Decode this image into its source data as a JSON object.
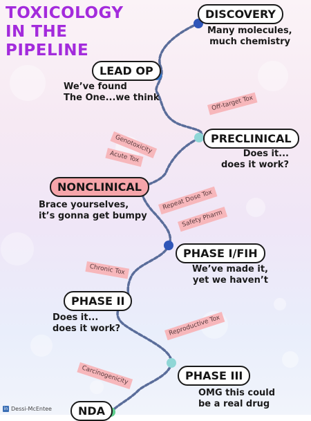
{
  "title": {
    "line1": "TOXICOLOGY",
    "line2": "IN THE",
    "line3": "PIPELINE"
  },
  "stages": [
    {
      "label": "DISCOVERY",
      "desc1": "Many molecules,",
      "desc2": "much chemistry",
      "dot_color": "#2f55b8"
    },
    {
      "label": "LEAD OP",
      "desc1": "We’ve found",
      "desc2": "The One...we think",
      "dot_color": "#3a7cd0"
    },
    {
      "label": "PRECLINICAL",
      "desc1": "Does it...",
      "desc2": "does it work?",
      "dot_color": "#8fd6d6"
    },
    {
      "label": "NONCLINICAL",
      "desc1": "Brace yourselves,",
      "desc2": "it’s gonna get bumpy",
      "dot_color": "#5fcf8e",
      "highlight": "#f6a5aa"
    },
    {
      "label": "PHASE I/FIH",
      "desc1": "We’ve made it,",
      "desc2": "yet we haven’t",
      "dot_color": "#2f55b8"
    },
    {
      "label": "PHASE II",
      "desc1": "Does it...",
      "desc2": "does it work?",
      "dot_color": "#3a7cd0"
    },
    {
      "label": "PHASE III",
      "desc1": "OMG this could",
      "desc2": "be a real drug",
      "dot_color": "#8fd6d6"
    },
    {
      "label": "NDA",
      "dot_color": "#5fcf8e"
    }
  ],
  "tags": [
    "Off-target Tox",
    "Genotoxicity",
    "Acute Tox",
    "Repeat Dose Tox",
    "Safety Pharm",
    "Chronic Tox",
    "Reproductive Tox",
    "Carcinogenicity"
  ],
  "footer": {
    "icon_text": "in",
    "author": "Dessi-McEntee"
  },
  "colors": {
    "title": "#a32bdc",
    "path": "#5a6d9a",
    "tag_bg": "#f7b7bb",
    "stage_highlight": "#f6a5aa"
  }
}
